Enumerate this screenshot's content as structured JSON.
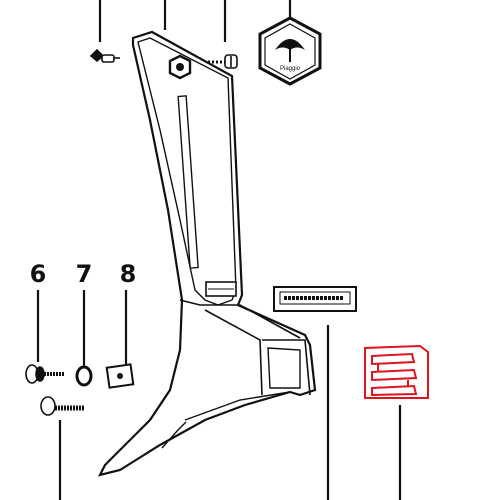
{
  "diagram": {
    "type": "exploded-parts-diagram",
    "callouts": [
      "6",
      "7",
      "8"
    ],
    "brand_badge": {
      "text": "Piaggio",
      "icon": "piaggio-logo-icon"
    },
    "highlighted_part": {
      "icon": "rubber-pad-icon",
      "color": "#e0141e"
    },
    "colors": {
      "line": "#111111",
      "highlight": "#e0141e",
      "background": "#ffffff"
    }
  }
}
